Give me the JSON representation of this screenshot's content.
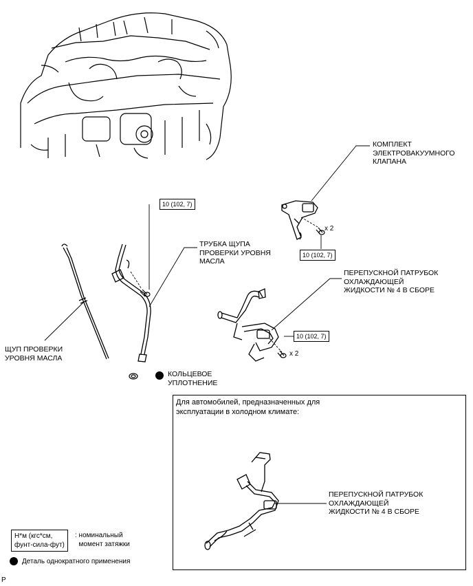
{
  "labels": {
    "valve_kit": "КОМПЛЕКТ\nЭЛЕКТРОВАКУУМНОГО\nКЛАПАНА",
    "dipstick_tube": "ТРУБКА ЩУПА\nПРОВЕРКИ УРОВНЯ\nМАСЛА",
    "bypass_pipe": "ПЕРЕПУСКНОЙ ПАТРУБОК\nОХЛАЖДАЮЩЕЙ\nЖИДКОСТИ № 4 В СБОРЕ",
    "dipstick": "ЩУП ПРОВЕРКИ\nУРОВНЯ МАСЛА",
    "o_ring": "КОЛЬЦЕВОЕ\nУПЛОТНЕНИЕ",
    "bypass_pipe_cold": "ПЕРЕПУСКНОЙ ПАТРУБОК\nОХЛАЖДАЮЩЕЙ\nЖИДКОСТИ № 4 В СБОРЕ"
  },
  "torque": {
    "dipstick_tube": "10 (102, 7)",
    "valve_kit": "10 (102, 7)",
    "bypass_pipe": "10 (102, 7)"
  },
  "quantities": {
    "valve_kit_bolts": "x 2",
    "bypass_pipe_bolts": "x 2"
  },
  "cold_climate": {
    "title": "Для автомобилей, предназначенных для\nэксплуатации в холодном климате:"
  },
  "legend": {
    "torque_unit": "Н*м (кгс*см,\nфунт-сила-фут)",
    "torque_desc": ": номинальный\n  момент затяжки",
    "non_reusable": "Деталь однократного применения"
  },
  "corner_code": "P",
  "colors": {
    "line": "#000000",
    "background": "#ffffff"
  }
}
